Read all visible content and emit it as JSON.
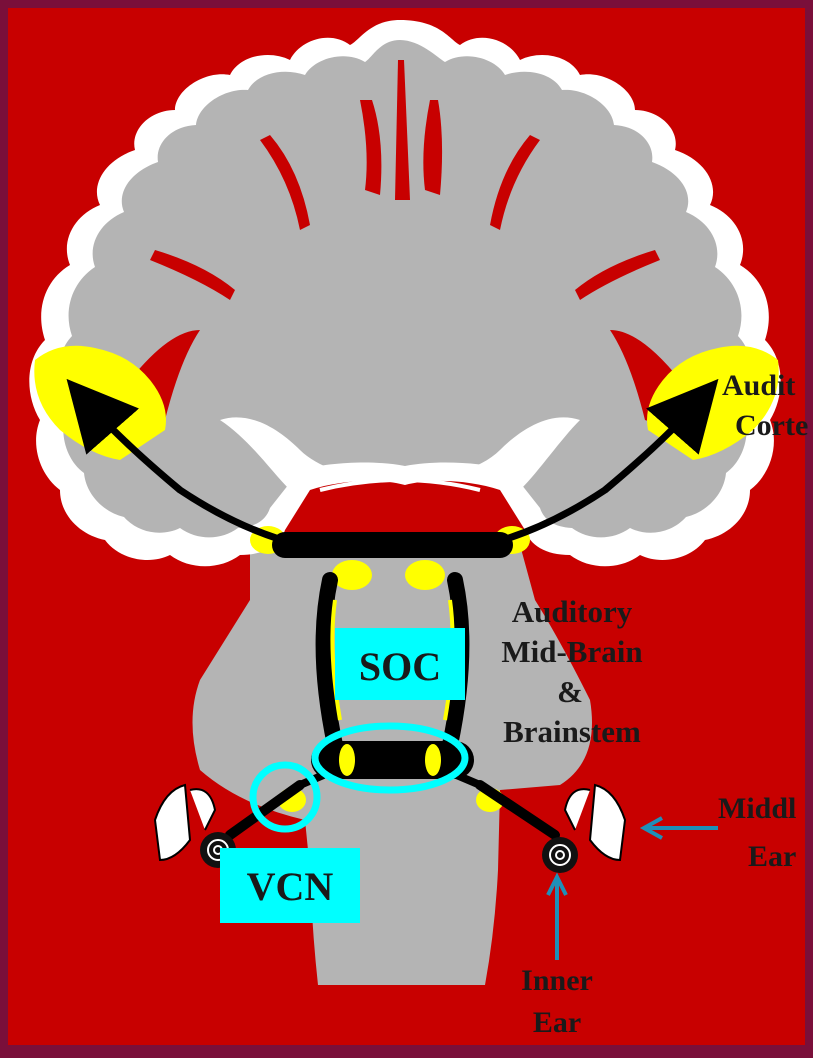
{
  "colors": {
    "frame": "#7a0f3a",
    "background": "#c80000",
    "brain_white_matter": "#b4b4b4",
    "cortex_outline": "#ffffff",
    "auditory_region": "#ffff00",
    "pathway": "#000000",
    "highlight": "#00ffff",
    "arrow_blue": "#1f8fb8",
    "label_text": "#1a1a1a"
  },
  "labels": {
    "auditory_cortex_line1": "Audit",
    "auditory_cortex_line2": "Corte",
    "midbrain_line1": "Auditory",
    "midbrain_line2": "Mid-Brain",
    "midbrain_line3": "&",
    "midbrain_line4": "Brainstem",
    "middle_ear_line1": "Middl",
    "middle_ear_line2": "Ear",
    "inner_ear_line1": "Inner",
    "inner_ear_line2": "Ear",
    "soc": "SOC",
    "vcn": "VCN"
  },
  "icons": [
    "brain-coronal-section",
    "cochlea-icon",
    "ossicles-icon",
    "arrow-icon"
  ]
}
